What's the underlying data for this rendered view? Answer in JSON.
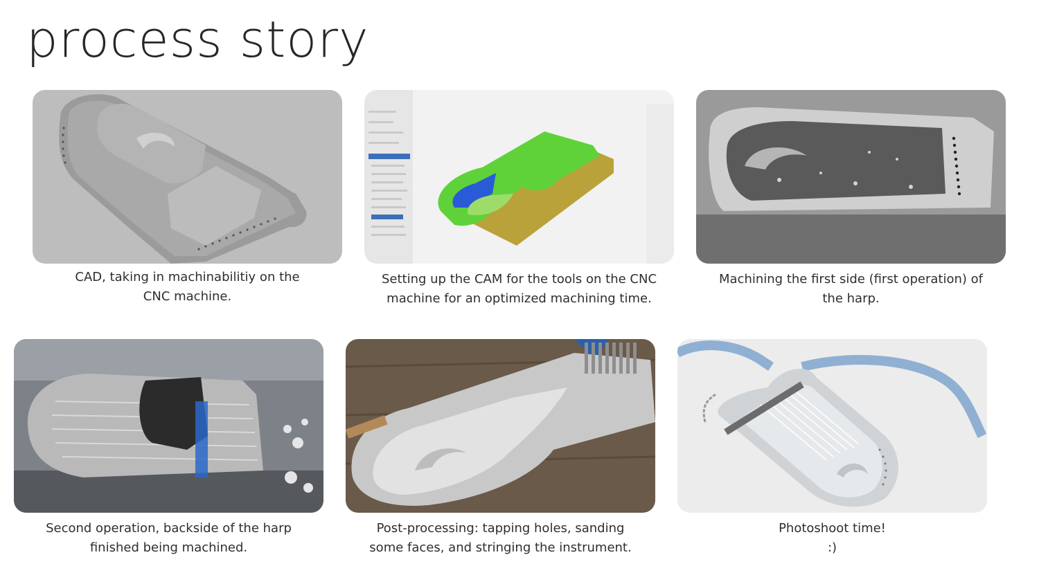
{
  "page": {
    "title": "process story"
  },
  "steps": [
    {
      "lines": [
        "CAD, taking in machinabilitiy on the",
        "CNC machine."
      ]
    },
    {
      "lines": [
        "Setting up the CAM for the tools on the CNC",
        "machine for an optimized machining time."
      ]
    },
    {
      "lines": [
        "Machining the first side (first operation) of",
        "the harp."
      ]
    },
    {
      "lines": [
        "Second operation, backside of the harp",
        "finished being machined."
      ]
    },
    {
      "lines": [
        "Post-processing: tapping holes, sanding",
        "some faces, and stringing the instrument."
      ]
    },
    {
      "lines": [
        "Photoshoot time!",
        ":)"
      ]
    }
  ],
  "colors": {
    "text": "#2e2e2e",
    "cam_green": "#5fd23a",
    "cam_base": "#b9a23a",
    "cam_blue": "#2a5bd7",
    "strap": "#8fb0d2"
  }
}
